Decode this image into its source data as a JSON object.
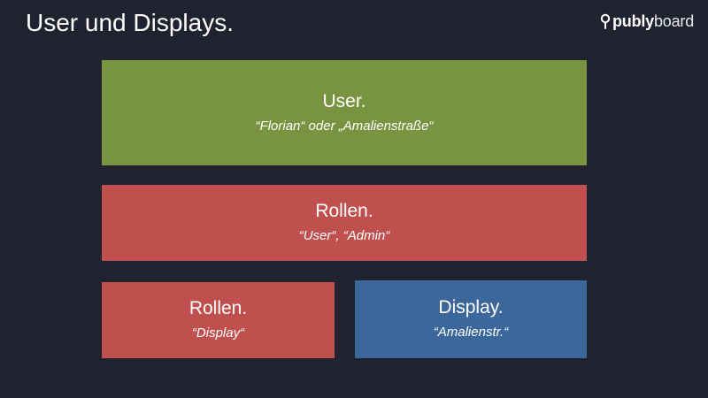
{
  "title": "User und Displays.",
  "logo": {
    "icon": "map-pin-icon",
    "strong": "publy",
    "light": "board"
  },
  "boxes": {
    "user": {
      "title": "User.",
      "subtitle": "“Florian“ oder „Amalienstraße“",
      "color": "#799440"
    },
    "rollen_user": {
      "title": "Rollen.",
      "subtitle": "“User“, “Admin“",
      "color": "#c0504d"
    },
    "rollen_display": {
      "title": "Rollen.",
      "subtitle": "“Display“",
      "color": "#c0504d"
    },
    "display": {
      "title": "Display.",
      "subtitle": "“Amalienstr.“",
      "color": "#3b679b"
    }
  }
}
